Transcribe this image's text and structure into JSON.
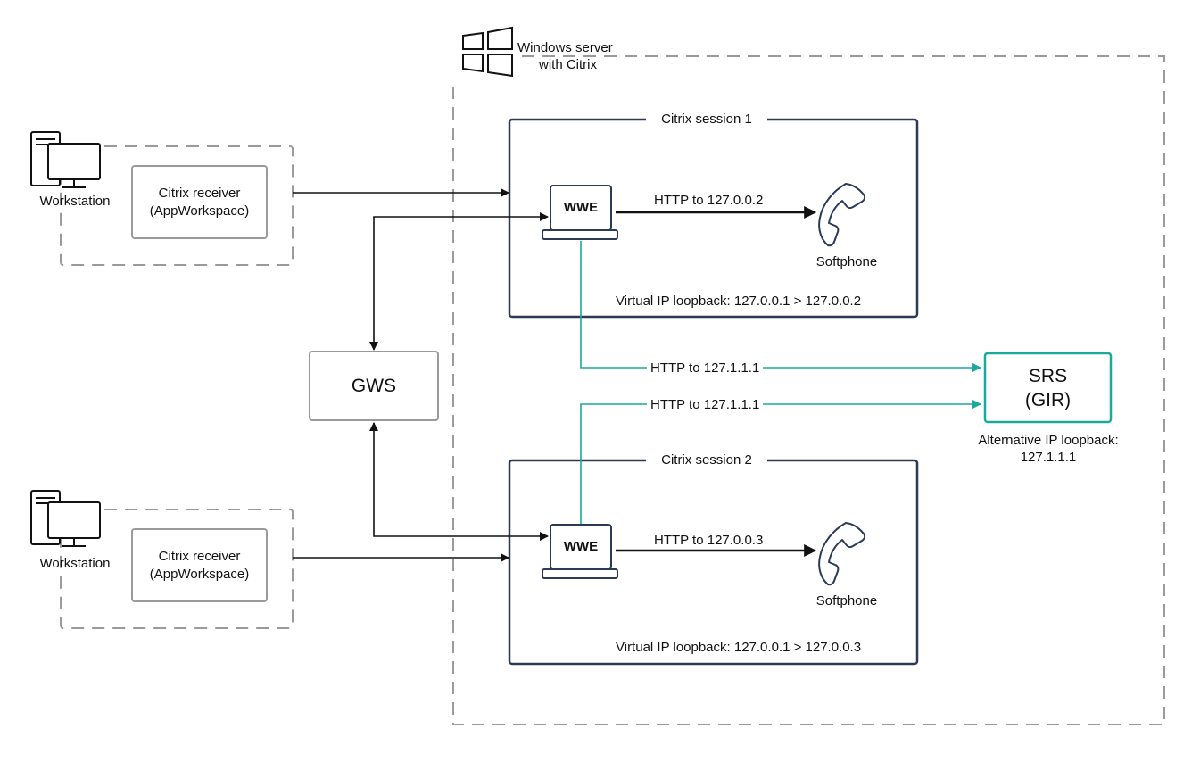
{
  "server": {
    "title_line1": "Windows server",
    "title_line2": "with Citrix"
  },
  "sessions": [
    {
      "title": "Citrix session 1",
      "app_label": "WWE",
      "http_label": "HTTP to 127.0.0.2",
      "phone_label": "Softphone",
      "loopback": "Virtual IP loopback: 127.0.0.1 > 127.0.0.2"
    },
    {
      "title": "Citrix session 2",
      "app_label": "WWE",
      "http_label": "HTTP to 127.0.0.3",
      "phone_label": "Softphone",
      "loopback": "Virtual IP loopback: 127.0.0.1 > 127.0.0.3"
    }
  ],
  "workstations": [
    {
      "label": "Workstation",
      "receiver_line1": "Citrix receiver",
      "receiver_line2": "(AppWorkspace)"
    },
    {
      "label": "Workstation",
      "receiver_line1": "Citrix receiver",
      "receiver_line2": "(AppWorkspace)"
    }
  ],
  "gws": {
    "label": "GWS"
  },
  "srs": {
    "line1": "SRS",
    "line2": "(GIR)",
    "alt_line1": "Alternative IP loopback:",
    "alt_line2": "127.1.1.1"
  },
  "links": {
    "http_srs_1": "HTTP to 127.1.1.1",
    "http_srs_2": "HTTP to 127.1.1.1"
  },
  "colors": {
    "session_border": "#2b3a55",
    "teal": "#1aa99a",
    "dashed": "#9a9a9a",
    "box_border": "#9a9a9a",
    "arrow": "#111111"
  }
}
